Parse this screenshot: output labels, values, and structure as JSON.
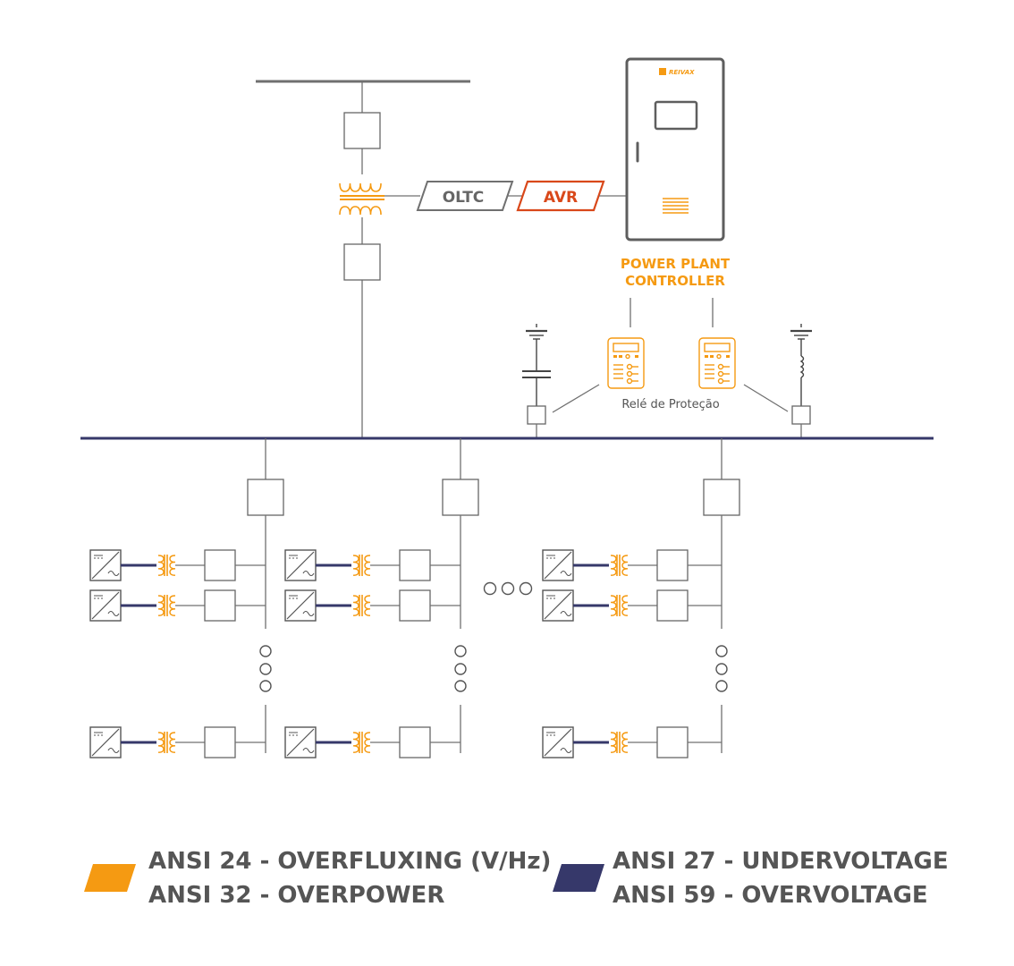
{
  "diagram": {
    "oltc_label": "OLTC",
    "avr_label": "AVR",
    "brand_label": "REIVAX",
    "controller_label_line1": "POWER PLANT",
    "controller_label_line2": "CONTROLLER",
    "relay_label": "Relé de Proteção"
  },
  "legend": [
    {
      "color": "#f59a12",
      "lines": [
        "ANSI 24 - OVERFLUXING (V/Hz)",
        "ANSI 32 - OVERPOWER"
      ]
    },
    {
      "color": "#36386a",
      "lines": [
        "ANSI 27 - UNDERVOLTAGE",
        "ANSI 59 - OVERVOLTAGE"
      ]
    }
  ],
  "colors": {
    "line": "#707070",
    "box_stroke": "#666666",
    "orange": "#f59a12",
    "red_orange": "#d9481a",
    "navy": "#36386a"
  }
}
